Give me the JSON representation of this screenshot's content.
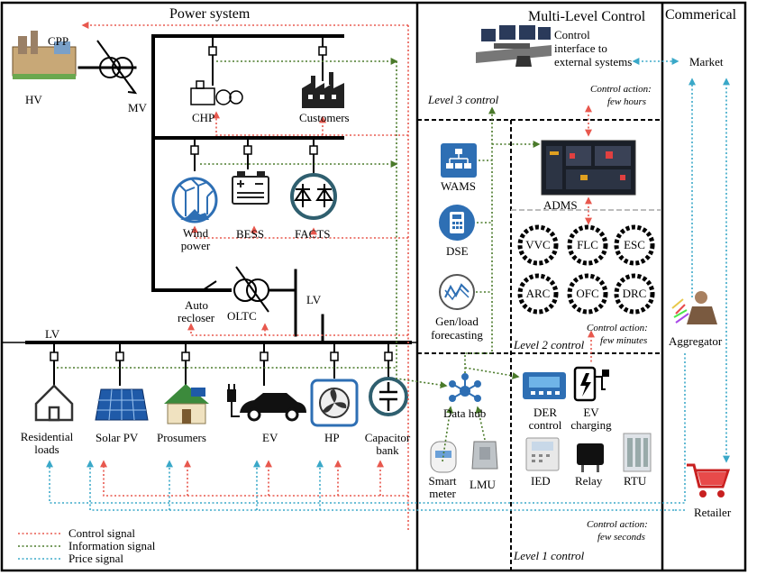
{
  "sections": {
    "power_system": "Power system",
    "multi_level_control": "Multi-Level Control",
    "commercial": "Commerical"
  },
  "grid": {
    "cpp": "CPP",
    "hv": "HV",
    "mv": "MV",
    "lv_top": "LV",
    "lv_bottom": "LV",
    "chp": "CHP",
    "customers": "Customers",
    "wind_power_1": "Wind",
    "wind_power_2": "power",
    "bess": "BESS",
    "facts": "FACTS",
    "auto_recloser_1": "Auto",
    "auto_recloser_2": "recloser",
    "oltc": "OLTC"
  },
  "loads": {
    "residential_1": "Residential",
    "residential_2": "loads",
    "solar_pv": "Solar PV",
    "prosumers": "Prosumers",
    "ev": "EV",
    "hp": "HP",
    "capacitor_1": "Capacitor",
    "capacitor_2": "bank"
  },
  "control": {
    "interface_1": "Control",
    "interface_2": "interface to",
    "interface_3": "external systems",
    "level3": "Level 3 control",
    "level2": "Level 2 control",
    "level1": "Level 1 control",
    "action_hours_1": "Control action:",
    "action_hours_2": "few hours",
    "action_minutes_1": "Control action:",
    "action_minutes_2": "few minutes",
    "action_seconds_1": "Control action:",
    "action_seconds_2": "few seconds",
    "wams": "WAMS",
    "dse": "DSE",
    "forecast_1": "Gen/load",
    "forecast_2": "forecasting",
    "adms": "ADMS",
    "gears": [
      "VVC",
      "FLC",
      "ESC",
      "ARC",
      "OFC",
      "DRC"
    ],
    "data_hub": "Data hub",
    "smart_meter_1": "Smart",
    "smart_meter_2": "meter",
    "lmu": "LMU",
    "der_1": "DER",
    "der_2": "control",
    "ev_charging_1": "EV",
    "ev_charging_2": "charging",
    "ied": "IED",
    "relay": "Relay",
    "rtu": "RTU"
  },
  "commercial_nodes": {
    "market": "Market",
    "aggregator": "Aggregator",
    "retailer": "Retailer"
  },
  "legend": {
    "control_signal": "Control signal",
    "information_signal": "Information signal",
    "price_signal": "Price signal"
  },
  "colors": {
    "control_signal": "#e8584e",
    "information_signal": "#4a7a2a",
    "price_signal": "#3aa8c8",
    "icon_blue": "#2e6fb4"
  }
}
